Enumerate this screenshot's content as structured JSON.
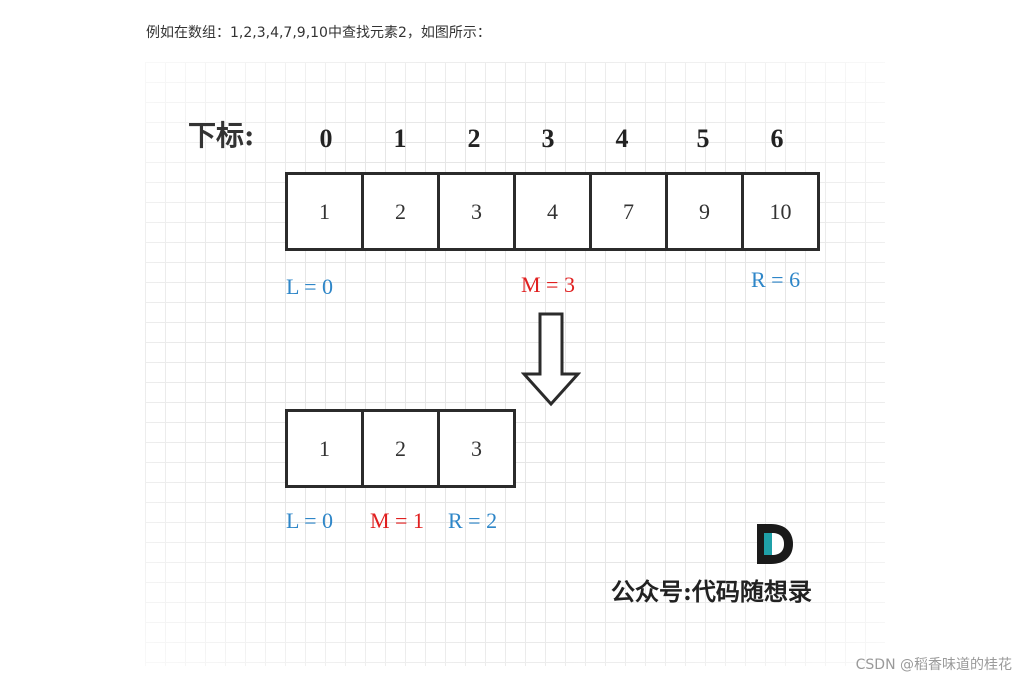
{
  "caption": "例如在数组：1,2,3,4,7,9,10中查找元素2，如图所示：",
  "diagram": {
    "index_label": "下标:",
    "indices": [
      "0",
      "1",
      "2",
      "3",
      "4",
      "5",
      "6"
    ],
    "array_top": [
      "1",
      "2",
      "3",
      "4",
      "7",
      "9",
      "10"
    ],
    "pointers_top": {
      "left": "L = 0",
      "mid": "M = 3",
      "right": "R = 6"
    },
    "array_bottom": [
      "1",
      "2",
      "3"
    ],
    "pointers_bottom": {
      "left": "L = 0",
      "mid": "M = 1",
      "right": "R = 2"
    },
    "watermark": "公众号:代码随想录",
    "colors": {
      "blue": "#2e86c8",
      "red": "#e02020",
      "logo_teal": "#1fa0a8"
    }
  },
  "csdn_watermark": "CSDN @稻香味道的桂花"
}
